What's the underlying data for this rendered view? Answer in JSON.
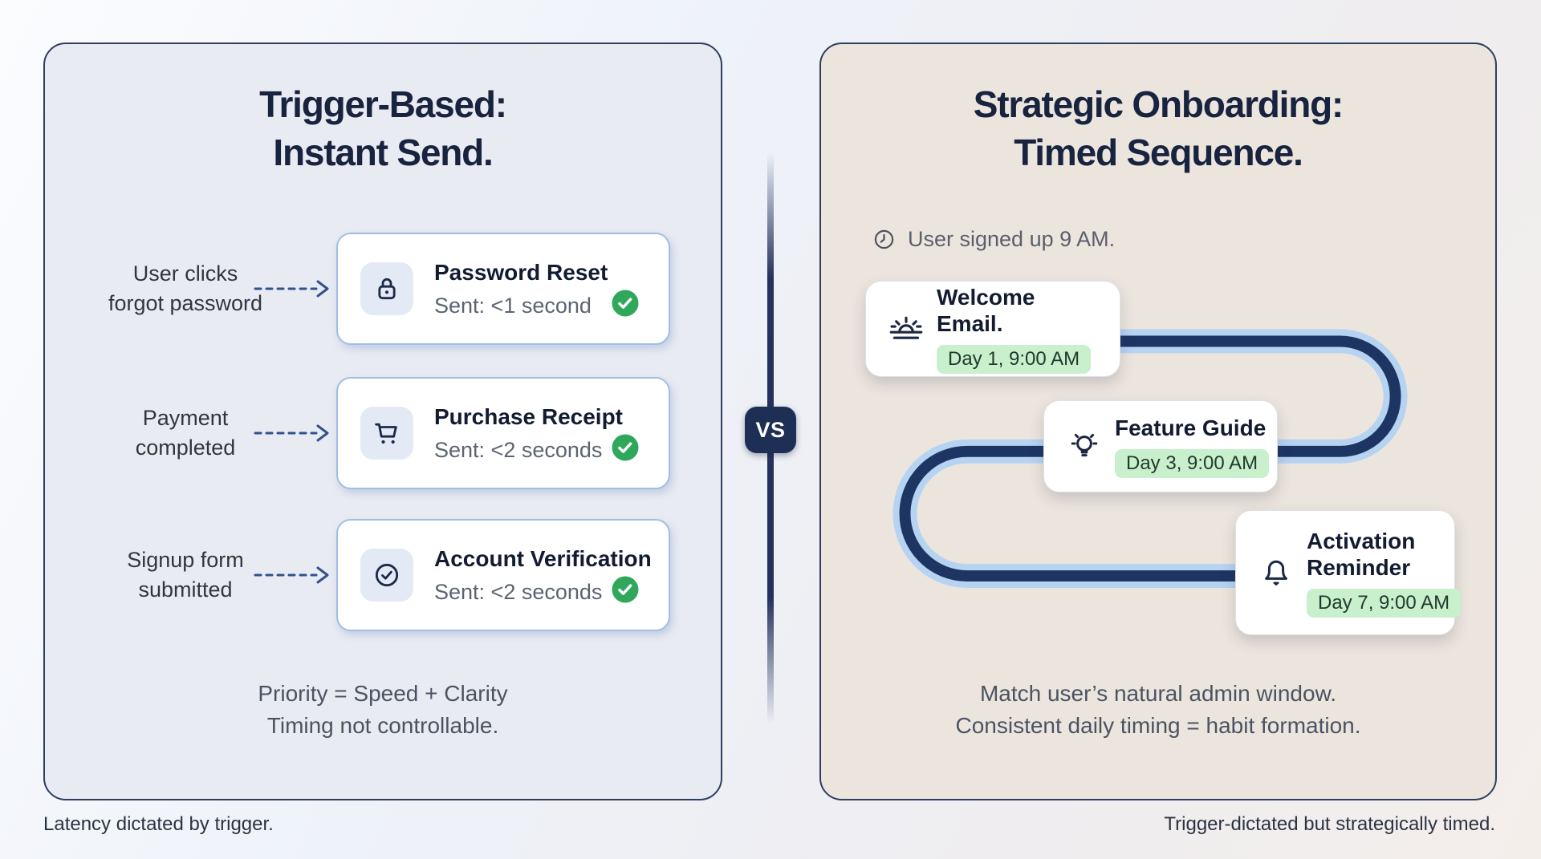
{
  "left_panel": {
    "title_line1": "Trigger-Based:",
    "title_line2": "Instant Send.",
    "rows": [
      {
        "icon": "lock-icon",
        "trigger_line1": "User clicks",
        "trigger_line2": "forgot password",
        "title": "Password Reset",
        "status": "Sent: <1 second",
        "status_icon": "check-circle-filled-icon"
      },
      {
        "icon": "cart-icon",
        "trigger_line1": "Payment",
        "trigger_line2": "completed",
        "title": "Purchase Receipt",
        "status": "Sent: <2 seconds",
        "status_icon": "check-circle-filled-icon"
      },
      {
        "icon": "check-circle-icon",
        "trigger_line1": "Signup form",
        "trigger_line2": "submitted",
        "title": "Account Verification",
        "status": "Sent: <2 seconds",
        "status_icon": "check-circle-filled-icon"
      }
    ],
    "footer_line1": "Priority = Speed + Clarity",
    "footer_line2": "Timing not controllable.",
    "caption": "Latency dictated by trigger."
  },
  "divider": {
    "label": "VS"
  },
  "right_panel": {
    "title_line1": "Strategic Onboarding:",
    "title_line2": "Timed Sequence.",
    "signup_icon": "clock-icon",
    "signup_note": "User signed up 9 AM.",
    "steps": [
      {
        "icon": "sunrise-icon",
        "title": "Welcome Email.",
        "badge": "Day 1, 9:00 AM"
      },
      {
        "icon": "lightbulb-icon",
        "title": "Feature Guide",
        "badge": "Day 3, 9:00 AM"
      },
      {
        "icon": "bell-icon",
        "title": "Activation Reminder",
        "badge": "Day 7, 9:00 AM"
      }
    ],
    "footer_line1": "Match user’s natural admin window.",
    "footer_line2": "Consistent daily timing = habit formation.",
    "caption": "Trigger-dictated but strategically timed."
  },
  "colors": {
    "panel_border": "#2e3d60",
    "left_panel_bg": "#e9ebf2",
    "right_panel_bg": "#ece5de",
    "card_border_blue": "#9dbfe6",
    "navy": "#1d3563",
    "path_light_blue": "#b7d3f2",
    "success_green": "#2fa85c",
    "pill_green_bg": "#c8f0cd",
    "vs_badge_bg": "#1e2f55"
  }
}
